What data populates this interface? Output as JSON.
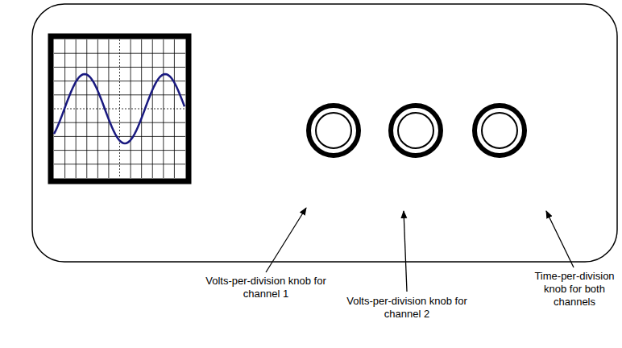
{
  "diagram": {
    "labels": [
      "Volts-per-division knob for channel 1",
      "Volts-per-division knob for channel 2",
      "Time-per-division knob for both channels"
    ]
  }
}
